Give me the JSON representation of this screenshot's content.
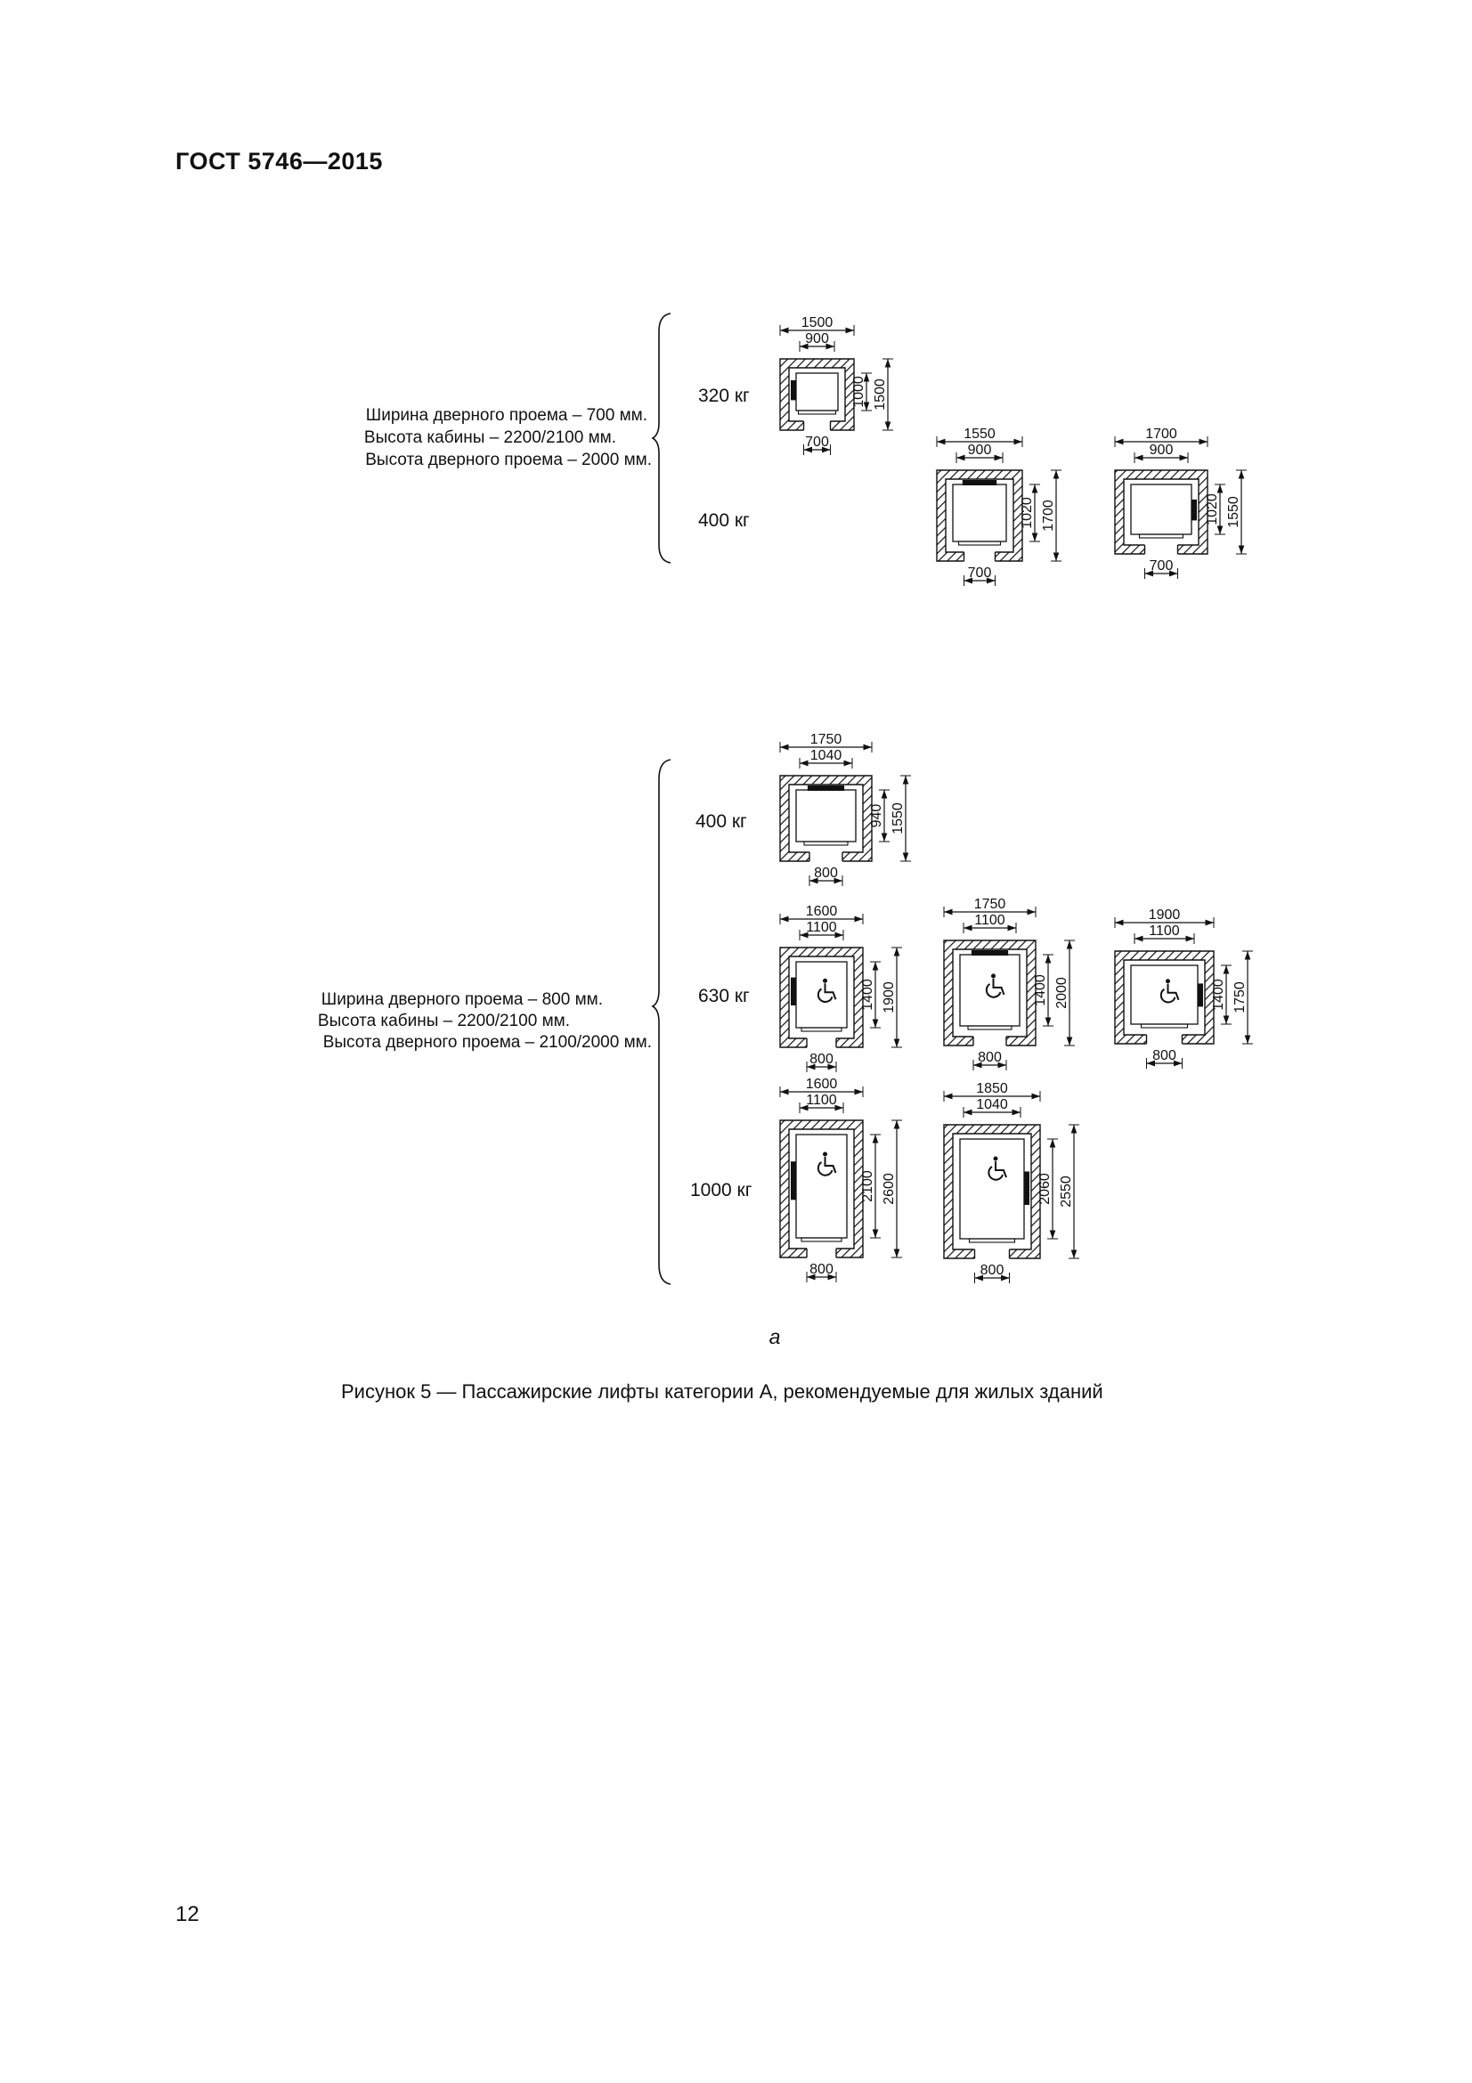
{
  "header": {
    "standard": "ГОСТ 5746—2015"
  },
  "page_number": "12",
  "figure": {
    "label": "а",
    "caption": "Рисунок 5 —  Пассажирские лифты категории А, рекомендуемые для жилых зданий",
    "groups": [
      {
        "notes": [
          "Ширина дверного проема – 700 мм.",
          "Высота кабины – 2200/2100 мм.",
          "Высота дверного проема – 2000 мм."
        ],
        "rows": [
          {
            "capacity": "320 кг",
            "shafts": [
              {
                "shaft_width": "1500",
                "car_width": "900",
                "car_depth": "1000",
                "shaft_depth": "1500",
                "door": "700",
                "panel": "left",
                "accessible": false
              }
            ]
          },
          {
            "capacity": "400 кг",
            "shafts": [
              {
                "shaft_width": "1550",
                "car_width": "900",
                "car_depth": "1020",
                "shaft_depth": "1700",
                "door": "700",
                "panel": "top",
                "accessible": false
              },
              {
                "shaft_width": "1700",
                "car_width": "900",
                "car_depth": "1020",
                "shaft_depth": "1550",
                "door": "700",
                "panel": "right",
                "accessible": false
              }
            ]
          }
        ]
      },
      {
        "notes": [
          "Ширина дверного проема – 800 мм.",
          "Высота кабины – 2200/2100 мм.",
          "Высота дверного проема – 2100/2000 мм."
        ],
        "rows": [
          {
            "capacity": "400 кг",
            "shafts": [
              {
                "shaft_width": "1750",
                "car_width": "1040",
                "car_depth": "940",
                "shaft_depth": "1550",
                "door": "800",
                "panel": "top",
                "accessible": false
              }
            ]
          },
          {
            "capacity": "630 кг",
            "shafts": [
              {
                "shaft_width": "1600",
                "car_width": "1100",
                "car_depth": "1400",
                "shaft_depth": "1900",
                "door": "800",
                "panel": "left",
                "accessible": true
              },
              {
                "shaft_width": "1750",
                "car_width": "1100",
                "car_depth": "1400",
                "shaft_depth": "2000",
                "door": "800",
                "panel": "top",
                "accessible": true
              },
              {
                "shaft_width": "1900",
                "car_width": "1100",
                "car_depth": "1400",
                "shaft_depth": "1750",
                "door": "800",
                "panel": "right",
                "accessible": true
              }
            ]
          },
          {
            "capacity": "1000 кг",
            "shafts": [
              {
                "shaft_width": "1600",
                "car_width": "1100",
                "car_depth": "2100",
                "shaft_depth": "2600",
                "door": "800",
                "panel": "left",
                "accessible": true
              },
              {
                "shaft_width": "1850",
                "car_width": "1040",
                "car_depth": "2060",
                "shaft_depth": "2550",
                "door": "800",
                "panel": "right",
                "accessible": true
              }
            ]
          }
        ]
      }
    ]
  }
}
